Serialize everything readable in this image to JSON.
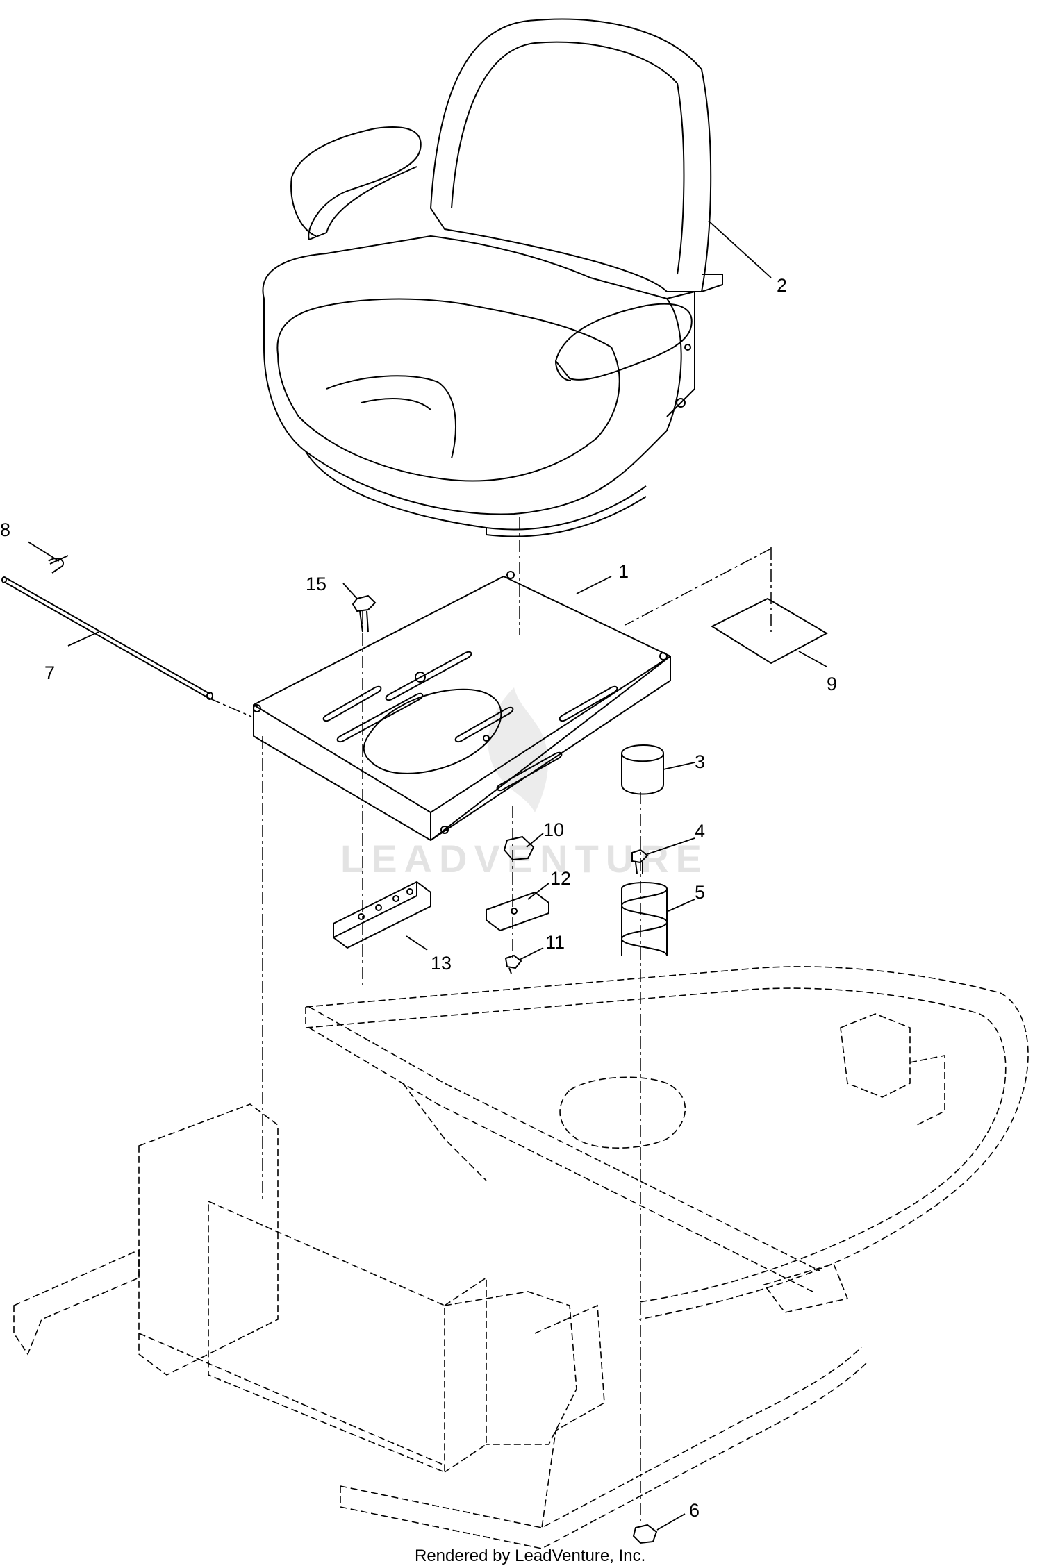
{
  "diagram": {
    "credit": "Rendered by LeadVenture, Inc.",
    "watermark": "LEADVENTURE",
    "colors": {
      "line": "#000000",
      "background": "#ffffff",
      "watermark": "#e3e3e3"
    },
    "callouts": [
      {
        "id": "1",
        "label": "1"
      },
      {
        "id": "2",
        "label": "2"
      },
      {
        "id": "3",
        "label": "3"
      },
      {
        "id": "4",
        "label": "4"
      },
      {
        "id": "5",
        "label": "5"
      },
      {
        "id": "6",
        "label": "6"
      },
      {
        "id": "7",
        "label": "7"
      },
      {
        "id": "8",
        "label": "8"
      },
      {
        "id": "9",
        "label": "9"
      },
      {
        "id": "10",
        "label": "10"
      },
      {
        "id": "11",
        "label": "11"
      },
      {
        "id": "12",
        "label": "12"
      },
      {
        "id": "13",
        "label": "13"
      },
      {
        "id": "15",
        "label": "15"
      }
    ]
  }
}
